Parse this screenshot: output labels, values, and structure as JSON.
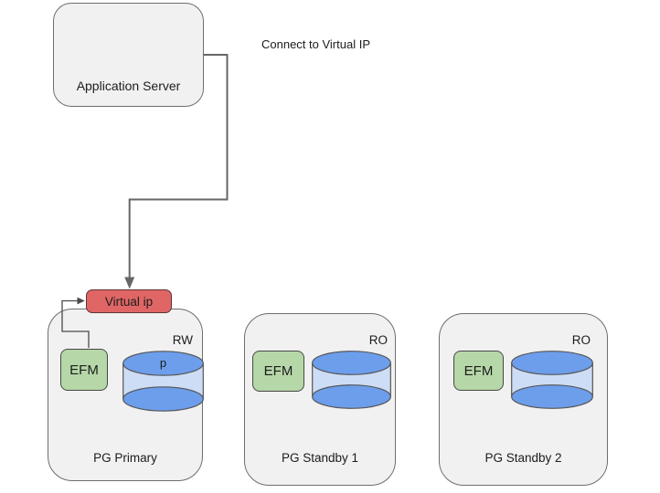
{
  "diagram": {
    "app_server_label": "Application Server",
    "connection_label": "Connect to Virtual IP",
    "virtual_ip_label": "Virtual ip",
    "nodes": [
      {
        "name": "PG Primary",
        "efm": "EFM",
        "mode": "RW",
        "db": "p"
      },
      {
        "name": "PG Standby 1",
        "efm": "EFM",
        "mode": "RO",
        "db": ""
      },
      {
        "name": "PG Standby 2",
        "efm": "EFM",
        "mode": "RO",
        "db": ""
      }
    ],
    "colors": {
      "node_fill": "#f1f1f1",
      "node_border": "#6e6e6e",
      "efm_fill": "#b6d7a8",
      "virtual_ip_fill": "#e06666",
      "db_ellipse": "#6d9eeb",
      "db_body": "#cdddf5",
      "connector": "#666666"
    }
  }
}
